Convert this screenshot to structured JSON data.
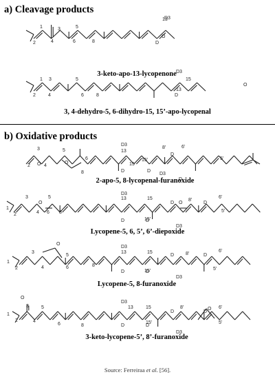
{
  "sections": [
    {
      "heading": "a) Cleavage products",
      "compounds": [
        {
          "name": "3-keto-apo-13-lycopenone"
        },
        {
          "name": "3, 4-dehydro-5, 6-dihydro-15, 15’-apo-lycopenal"
        }
      ]
    },
    {
      "heading": "b) Oxidative products",
      "compounds": [
        {
          "name": "2-apo-5, 8-lycopenal-furanoxide"
        },
        {
          "name": "Lycopene-5, 6, 5’, 6’-diepoxide"
        },
        {
          "name": "Lycopene-5, 8-furanoxide"
        },
        {
          "name": "3-keto-lycopene-5’, 8’-furanoxide"
        }
      ]
    }
  ],
  "atom_labels": {
    "c1": [
      "1",
      "2",
      "3",
      "4",
      "5",
      "6",
      "8",
      "13",
      "D3",
      "D",
      "O"
    ],
    "c2": [
      "1",
      "2",
      "3",
      "4",
      "5",
      "6",
      "8",
      "13",
      "15",
      "D3",
      "D",
      "O"
    ],
    "c3": [
      "2",
      "3",
      "4",
      "5",
      "6",
      "8",
      "13",
      "15",
      "15'",
      "8'",
      "6'",
      "5'",
      "D3",
      "D",
      "D",
      "D",
      "D",
      "D3",
      "O",
      "O"
    ],
    "c4": [
      "1",
      "2",
      "3",
      "4",
      "5",
      "6",
      "8",
      "13",
      "15",
      "15'",
      "8'",
      "6'",
      "5'",
      "D3",
      "D",
      "D",
      "D",
      "D",
      "D3",
      "O",
      "O"
    ],
    "c5": [
      "1",
      "2",
      "3",
      "4",
      "5",
      "6",
      "8",
      "13",
      "15",
      "15'",
      "8'",
      "6'",
      "5'",
      "D3",
      "D",
      "D",
      "D",
      "D",
      "D3",
      "O"
    ],
    "c6": [
      "1",
      "2",
      "3",
      "4",
      "5",
      "6",
      "8",
      "13",
      "15",
      "15'",
      "8'",
      "6'",
      "5'",
      "D3",
      "D",
      "D",
      "D",
      "D",
      "D3",
      "O",
      "O"
    ]
  },
  "source_prefix": "Source: Ferreiraa ",
  "source_etal": "et al.",
  "source_suffix": " [56]."
}
